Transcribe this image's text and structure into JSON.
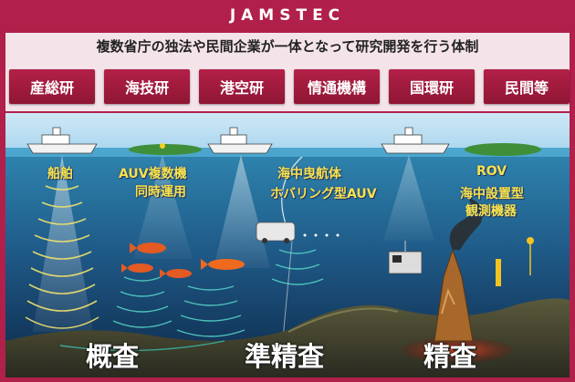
{
  "header": {
    "title": "JAMSTEC"
  },
  "subtitle": "複数省庁の独法や民間企業が一体となって研究開発を行う体制",
  "organizations": [
    "産総研",
    "海技研",
    "港空研",
    "情通機構",
    "国環研",
    "民間等"
  ],
  "platform_labels": {
    "ship": "船舶",
    "auv_multi_line1": "AUV複数機",
    "auv_multi_line2": "同時運用",
    "cruising_auv": "海中曳航体",
    "hovering_auv": "ホバリング型AUV",
    "rov": "ROV",
    "seafloor_line1": "海中設置型",
    "seafloor_line2": "観測機器"
  },
  "survey_stages": [
    "概査",
    "準精査",
    "精査"
  ],
  "colors": {
    "frame": "#b0204a",
    "org_button": "#a01c40",
    "sky": "#a9d6ef",
    "sea_deep": "#13355e",
    "label_yellow": "#f7e34a"
  },
  "icons": [
    "ship-icon",
    "fish-icon",
    "auv-icon",
    "rov-icon",
    "hydrothermal-vent-icon"
  ]
}
